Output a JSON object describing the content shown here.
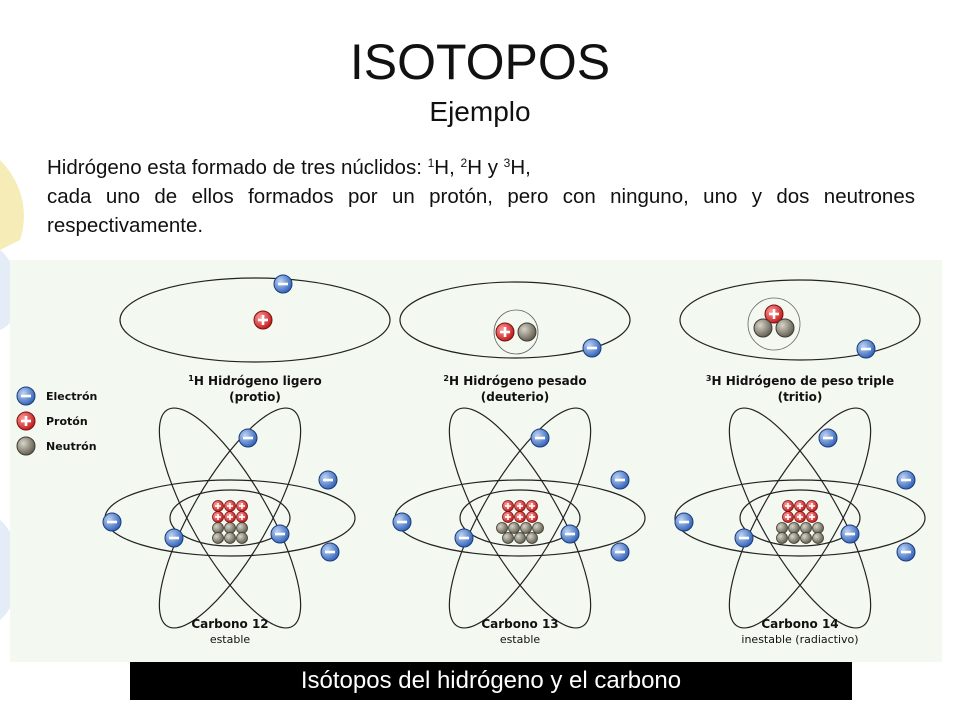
{
  "slide": {
    "title": "ISOTOPOS",
    "subtitle": "Ejemplo",
    "paragraph": {
      "lead": "Hidrógeno esta formado de tres núclidos: ",
      "n1_sup": "1",
      "n1_el": "H, ",
      "n2_sup": "2",
      "n2_el": "H y ",
      "n3_sup": "3",
      "n3_el": "H,",
      "line2": "cada uno de ellos formados por un protón, pero con ninguno, uno y dos neutrones respectivamente."
    },
    "caption": "Isótopos del hidrógeno y el carbono"
  },
  "figure": {
    "legend": [
      {
        "label": "Electrón",
        "icon": "electron-icon"
      },
      {
        "label": "Protón",
        "icon": "proton-icon"
      },
      {
        "label": "Neutrón",
        "icon": "neutron-icon"
      }
    ],
    "hydrogen": [
      {
        "mass": "1",
        "name": "H Hidrógeno ligero",
        "sub": "(protio)"
      },
      {
        "mass": "2",
        "name": "H Hidrógeno pesado",
        "sub": "(deuterio)"
      },
      {
        "mass": "3",
        "name": "H Hidrógeno de peso triple",
        "sub": "(tritio)"
      }
    ],
    "carbon": [
      {
        "name": "Carbono 12",
        "sub": "estable"
      },
      {
        "name": "Carbono 13",
        "sub": "estable"
      },
      {
        "name": "Carbono 14",
        "sub": "inestable (radiactivo)"
      }
    ],
    "colors": {
      "electron": "#3a6fc7",
      "proton": "#d43030",
      "neutron": "#7d786a",
      "orbit": "#222222"
    }
  }
}
